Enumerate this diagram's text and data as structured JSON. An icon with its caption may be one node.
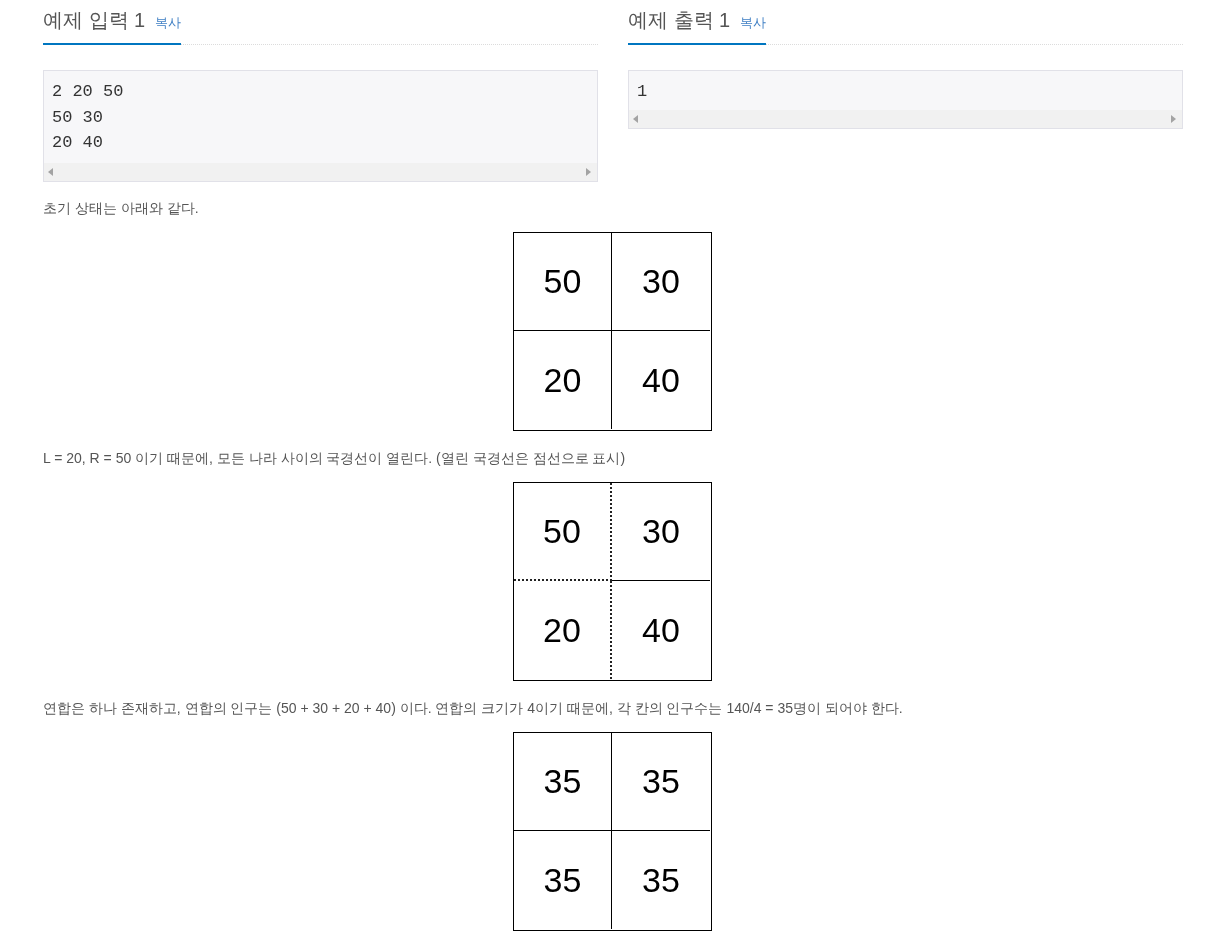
{
  "diagram": {
    "nodes": [
      {
        "text": [
          "2 20 50",
          "50 30",
          "20 40"
        ]
      },
      {
        "text": [
          "1"
        ]
      },
      {
        "text": [],
        "shape": "box"
      },
      {
        "text": [
          "50"
        ],
        "in": 2
      },
      {
        "text": [
          "30"
        ],
        "in": 2
      },
      {
        "text": [
          "20"
        ],
        "in": 2
      },
      {
        "text": [
          "40"
        ],
        "in": 2
      },
      {
        "text": [],
        "shape": "box"
      },
      {
        "text": [
          "50"
        ],
        "in": 7
      },
      {
        "text": [
          "30"
        ],
        "in": 7
      },
      {
        "text": [
          "20"
        ],
        "in": 7
      },
      {
        "text": [
          "40"
        ],
        "in": 7
      },
      {
        "text": [],
        "shape": "box"
      },
      {
        "text": [
          "35"
        ],
        "in": 12
      },
      {
        "text": [
          "35"
        ],
        "in": 12
      },
      {
        "text": [
          "35"
        ],
        "in": 12
      },
      {
        "text": [
          "35"
        ],
        "in": 12
      }
    ],
    "labels": [
      "예제 입력 1",
      "복사",
      "예제 출력 1",
      "복사",
      "초기 상태는 아래와 같다.",
      "L = 20, R = 50 이기 때문에, 모든 나라 사이의 국경선이 열린다. (열린 국경선은 점선으로 표시)",
      "연합은 하나 존재하고, 연합의 인구는 (50 + 30 + 20 + 40) 이다. 연합의 크기가 4이기 때문에, 각 칸의 인구수는 140/4 = 35명이 되어야 한다."
    ]
  }
}
